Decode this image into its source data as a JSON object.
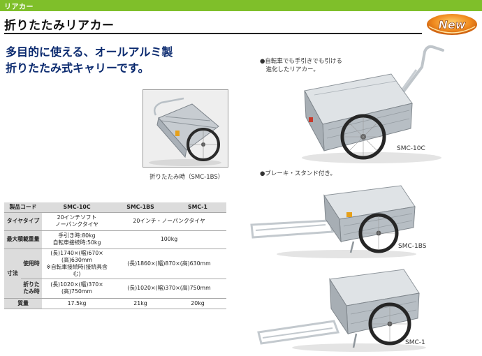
{
  "header": {
    "category": "リアカー",
    "title": "折りたたみリアカー",
    "badge": "New"
  },
  "catchcopy": {
    "line1": "多目的に使える、オールアルミ製",
    "line2": "折りたたみ式キャリーです。"
  },
  "folded_photo": {
    "caption": "折りたたみ時（SMC-1BS）"
  },
  "products": [
    {
      "note": "●自転車でも手引きでも引ける\n　進化したリアカー。",
      "model": "SMC-10C"
    },
    {
      "note": "●ブレーキ・スタンド付き。",
      "model": "SMC-1BS"
    },
    {
      "note": "",
      "model": "SMC-1"
    }
  ],
  "spec_table": {
    "headers": [
      "製品コード",
      "SMC-10C",
      "SMC-1BS",
      "SMC-1"
    ],
    "tire_label": "タイヤタイプ",
    "tire_10c": "20インチソフト\nノーパンクタイヤ",
    "tire_other": "20インチ・ノーパンクタイヤ",
    "load_label": "最大積載重量",
    "load_10c": "手引き時:80kg\n自転車接続時:50kg",
    "load_other": "100kg",
    "size_label": "寸法",
    "in_use_label": "使用時",
    "in_use_10c": "(長)1740×(幅)670×\n(高)630mm\n※自転車接続時(接続具含む)",
    "in_use_other": "(長)1860×(幅)870×(高)630mm",
    "folded_label": "折りた\nたみ時",
    "folded_10c": "(長)1020×(幅)370×\n(高)750mm",
    "folded_other": "(長)1020×(幅)370×(高)750mm",
    "weight_label": "質量",
    "weight_10c": "17.5kg",
    "weight_1bs": "21kg",
    "weight_1": "20kg"
  },
  "colors": {
    "green_bar": "#7fbf2a",
    "navy_text": "#0b2a6f",
    "badge_orange": "#f08a1e"
  }
}
